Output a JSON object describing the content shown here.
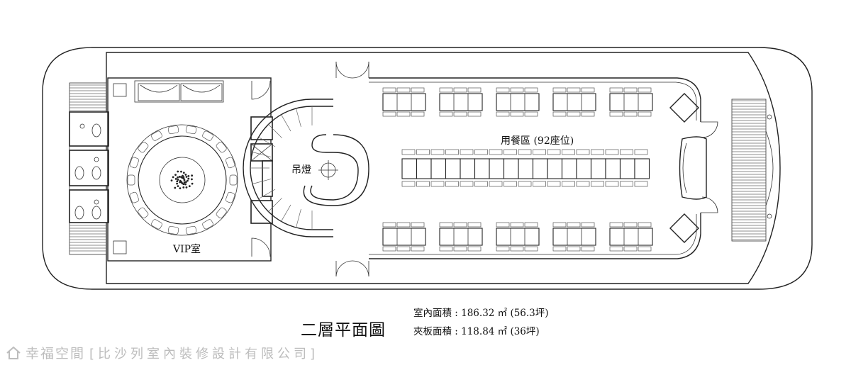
{
  "plan": {
    "labels": {
      "dining_area": "用餐區 (92座位)",
      "chandelier": "吊燈",
      "vip_room": "VIP室"
    }
  },
  "caption": {
    "title": "二層平面圖",
    "indoor_area": "室內面積 : 186.32 ㎡ (56.3坪)",
    "mezzanine_area": "夾板面積 : 118.84 ㎡ (36坪)"
  },
  "watermark": {
    "brand": "幸福空間",
    "company": "[比沙列室內裝修設計有限公司]",
    "icon": "house-icon"
  },
  "colors": {
    "lines": "#222222",
    "watermark": "#bdbdbd"
  }
}
